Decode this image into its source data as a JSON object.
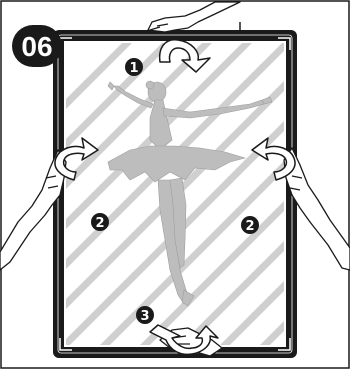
{
  "step": {
    "label": "06",
    "badge_color": "#1a1a1a"
  },
  "markers": [
    {
      "label": "1",
      "name": "marker-1"
    },
    {
      "label": "2",
      "name": "marker-2-left"
    },
    {
      "label": "2",
      "name": "marker-2-right"
    },
    {
      "label": "3",
      "name": "marker-3"
    }
  ],
  "frame": {
    "border_color": "#1a1a1a",
    "glass_stripe_color": "#c8c8c8",
    "figure_color": "#b8b8b8"
  },
  "icons": [
    "rotate-arrow-icon",
    "hand-icon",
    "ballerina-figure",
    "glass-glare"
  ]
}
